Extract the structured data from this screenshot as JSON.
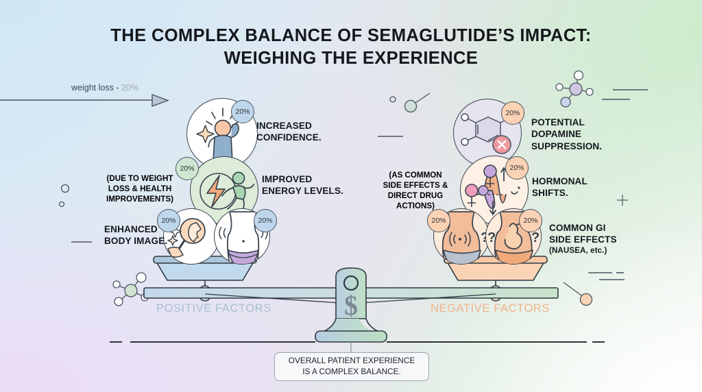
{
  "title": {
    "line1": "THE COMPLEX BALANCE OF SEMAGLUTIDE’S IMPACT:",
    "line2": "WEIGHING THE EXPERIENCE"
  },
  "weight_loss_arrow": {
    "label": "weight loss - ",
    "value": "20%"
  },
  "colors": {
    "positive_accent": "#a8bfd0",
    "negative_accent": "#f0b48c",
    "badge_blue": "#bfd7ec",
    "badge_green": "#cfe6d2",
    "badge_peach": "#fbd2b4",
    "outline": "#3a444e",
    "title_text": "#15181c"
  },
  "left_pan": {
    "caption": "POSITIVE FACTORS",
    "side_note": {
      "line1": "(DUE TO WEIGHT",
      "line2": "LOSS & HEALTH",
      "line3": "IMPROVEMENTS)"
    },
    "items": [
      {
        "icon": "person-celebrating-icon",
        "badge": "20%",
        "label_line1": "INCREASED",
        "label_line2": "CONFIDENCE."
      },
      {
        "icon": "running-person-bolt-icon",
        "badge": "20%",
        "label_line1": "IMPROVED",
        "label_line2": "ENERGY LEVELS."
      },
      {
        "icon": "magnifying-glass-face-icon",
        "badge": "20%",
        "label_line1": "ENHANCED",
        "label_line2": "BODY IMAGE."
      },
      {
        "icon": "slim-torso-icon",
        "badge": "20%",
        "label_line1": "",
        "label_line2": ""
      }
    ]
  },
  "right_pan": {
    "caption": "NEGATIVE FACTORS",
    "side_note": {
      "line1": "(AS COMMON",
      "line2": "SIDE EFFECTS &",
      "line3": "DIRECT DRUG",
      "line4": "ACTIONS)"
    },
    "items": [
      {
        "icon": "dopamine-molecule-blocked-icon",
        "badge": "20%",
        "label_line1": "POTENTIAL",
        "label_line2": "DOPAMINE",
        "label_line3": "SUPPRESSION."
      },
      {
        "icon": "hormone-wave-icon",
        "badge": "20%",
        "label_line1": "HORMONAL",
        "label_line2": "SHIFTS."
      },
      {
        "icon": "bloated-abdomen-icon",
        "badge": "20%",
        "label_line1": "COMMON GI",
        "label_line2": "SIDE EFFECTS",
        "label_line3": "(NAUSEA, etc.)"
      },
      {
        "icon": "stomach-nausea-icon",
        "badge": "20%",
        "label_line1": "",
        "label_line2": ""
      }
    ]
  },
  "scale": {
    "dollar_symbol": "$",
    "pivot_ring": "pivot-ring-icon"
  },
  "caption_box": {
    "line1": "OVERALL PATIENT EXPERIENCE",
    "line2": "IS A COMPLEX BALANCE."
  },
  "decorations": [
    {
      "name": "molecule-top-right"
    },
    {
      "name": "molecule-bottom-left"
    },
    {
      "name": "dash-lines-top-right"
    },
    {
      "name": "dash-lines-bottom-right"
    },
    {
      "name": "pin-dot-top-middle"
    },
    {
      "name": "pin-dot-bottom-right"
    },
    {
      "name": "small-circles-left"
    },
    {
      "name": "plus-marker-right"
    }
  ]
}
